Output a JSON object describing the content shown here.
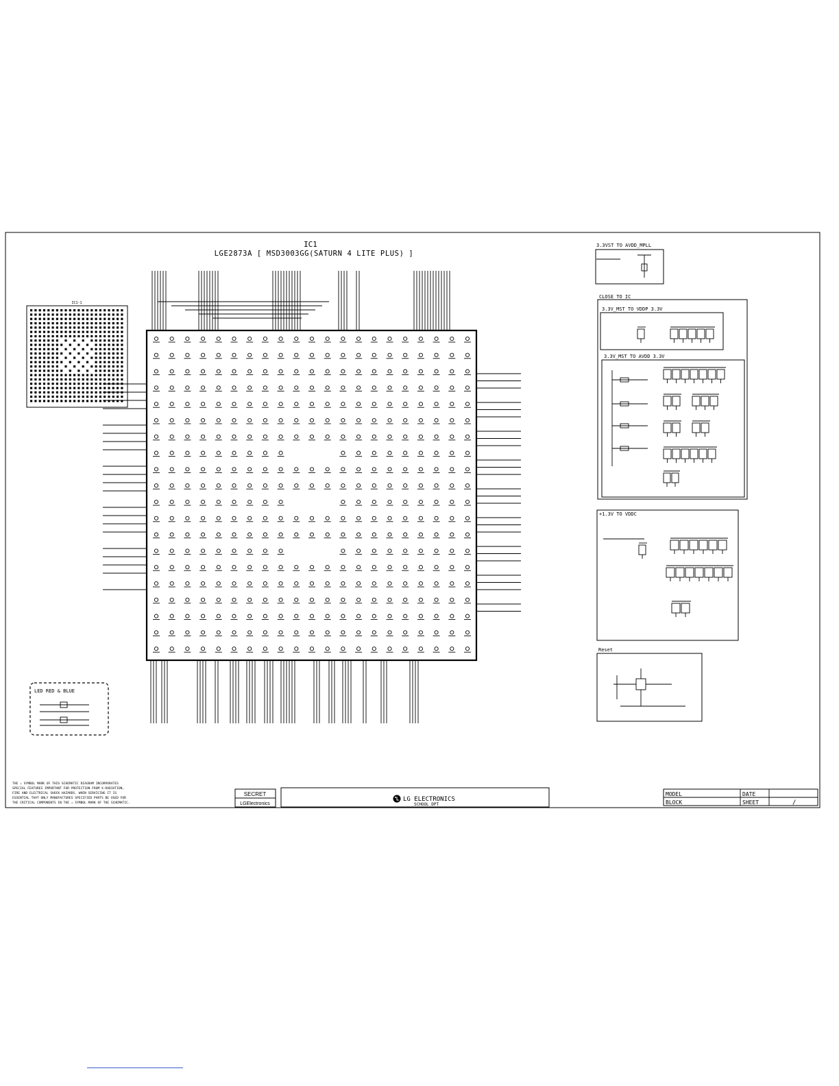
{
  "sheet": {
    "ic_ref": "IC1",
    "ic_title": "LGE2873A [ MSD3003GG(SATURN 4 LITE PLUS) ]",
    "inset_title": "IC1-1"
  },
  "sections": {
    "avdd_mpll": "3.3VST TO AVDD_MPLL",
    "close_to_ic": "CLOSE TO IC",
    "vddp": "3.3V_MST TO VDDP 3.3V",
    "avdd": "3.3V_MST TO AVDD 3.3V",
    "vddc": "+1.3V TO VDDC",
    "reset": "Reset",
    "led": "LED RED & BLUE"
  },
  "disclaimer": {
    "line1": "THE ⚠ SYMBOL MARK OF THIS SCHEMATIC DIAGRAM INCORPORATES",
    "line2": "SPECIAL FEATURES IMPORTANT FOR PROTECTION FROM X-RADIATION,",
    "line3": "FIRE AND ELECTRICAL SHOCK HAZARDS. WHEN SERVICING IT IS",
    "line4": "ESSENTIAL THAT ONLY MANUFACTURES SPECIFIED PARTS BE USED FOR",
    "line5": "THE CRITICAL COMPONENTS IN THE ⚠ SYMBOL MARK OF THE SCHEMATIC."
  },
  "title_block": {
    "secret": "SECRET",
    "company_small": "LGElectronics",
    "company": "LG ELECTRONICS",
    "dept": "SCHOOL DPT",
    "model": "MODEL",
    "block": "BLOCK",
    "date": "DATE",
    "sheet": "SHEET",
    "sheet_value": "/"
  },
  "colors": {
    "ink": "#000000",
    "paper": "#ffffff",
    "footer_link": "#3a5fcd"
  },
  "icons": {
    "logo": "lg-logo-icon",
    "warning": "warning-triangle-icon"
  }
}
